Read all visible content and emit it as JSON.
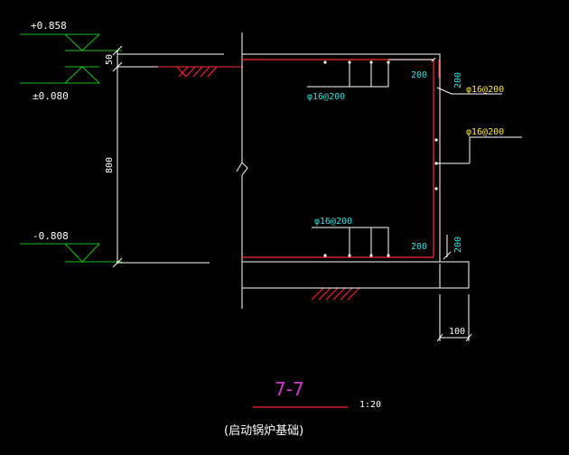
{
  "elevations": {
    "top": "+0.858",
    "ground": "±0.080",
    "bottom": "-0.808"
  },
  "dimensions": {
    "d50": "50",
    "d800": "800",
    "d200_a": "200",
    "d200_b": "200",
    "d200_c": "200",
    "d200_d": "200",
    "d100": "100"
  },
  "rebar": {
    "top_bar": "φ16@200",
    "right_bar_1": "φ16@200",
    "right_bar_2": "φ16@200",
    "bottom_bar": "φ16@200"
  },
  "title": {
    "section": "7-7",
    "scale": "1:20",
    "caption": "(启动锅炉基础)"
  },
  "colors": {
    "background": "#000000",
    "line": "#ffffff",
    "green": "#19c119",
    "rebar": "#ff2a2a",
    "cyan": "#33e0e0",
    "yellow": "#ffe640",
    "magenta": "#d23cd2"
  }
}
